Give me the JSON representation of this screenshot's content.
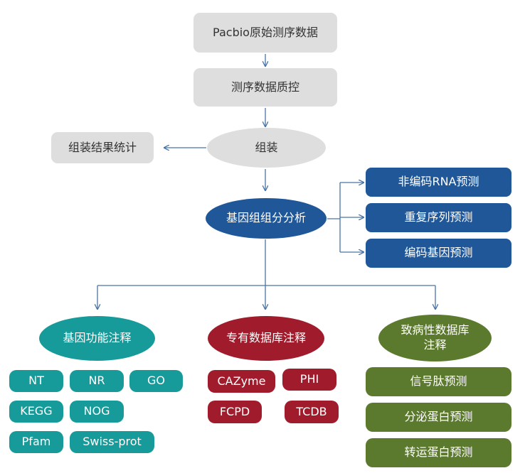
{
  "colors": {
    "gray": "#dedede",
    "blue": "#1f5799",
    "teal": "#169a9a",
    "red": "#a01c2c",
    "green": "#5c7a2d",
    "arrow": "#4a73a8"
  },
  "flow": {
    "raw_data": "Pacbio原始测序数据",
    "qc": "测序数据质控",
    "assembly": "组装",
    "assembly_stats": "组装结果统计",
    "component_analysis": "基因组组分分析"
  },
  "components": {
    "ncrna": "非编码RNA预测",
    "repeat": "重复序列预测",
    "gene": "编码基因预测"
  },
  "branches": {
    "function": {
      "title": "基因功能注释",
      "items": [
        "NT",
        "NR",
        "GO",
        "KEGG",
        "NOG",
        "Pfam",
        "Swiss-prot"
      ]
    },
    "special": {
      "title": "专有数据库注释",
      "items": [
        "CAZyme",
        "PHI",
        "FCPD",
        "TCDB"
      ]
    },
    "pathogenic": {
      "title_line1": "致病性数据库",
      "title_line2": "注释",
      "items": [
        "信号肽预测",
        "分泌蛋白预测",
        "转运蛋白预测"
      ]
    }
  }
}
